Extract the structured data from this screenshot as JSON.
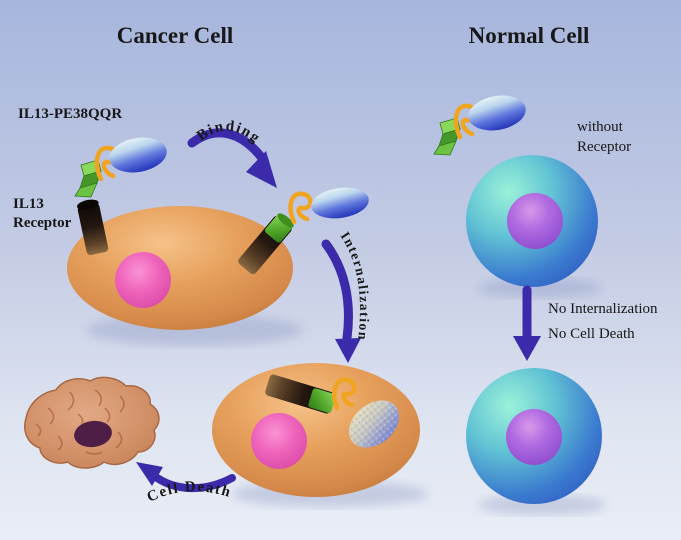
{
  "titles": {
    "cancer": "Cancer Cell",
    "normal": "Normal Cell"
  },
  "labels": {
    "toxin_name": "IL13-PE38QQR",
    "il13_receptor_line1": "IL13",
    "il13_receptor_line2": "Receptor",
    "binding": "Binding",
    "internalization": "Internalization",
    "cell_death": "Cell Death",
    "without_receptor_line1": "without",
    "without_receptor_line2": "Receptor",
    "no_internalization": "No Internalization",
    "no_cell_death": "No Cell Death"
  },
  "colors": {
    "background_top": "#a7b6dd",
    "background_bottom": "#e9edf6",
    "arrow": "#3b2bab",
    "cancer_cell_orange": "#dd9453",
    "cancer_nucleus_pink": "#ea5fb5",
    "normal_cell_cyan": "#7fe3cc",
    "normal_cell_blue": "#2f55c5",
    "normal_nucleus_purple": "#a55fe0",
    "toxin_body_light": "#eef9f8",
    "toxin_body_blue": "#2b3cbe",
    "il13_green": "#54aa2c",
    "linker_orange": "#f0a41f",
    "receptor_brown": "#241710",
    "dead_cell_salmon": "#d18f66",
    "dead_nucleus_maroon": "#4f1e46",
    "text": "#181818"
  }
}
